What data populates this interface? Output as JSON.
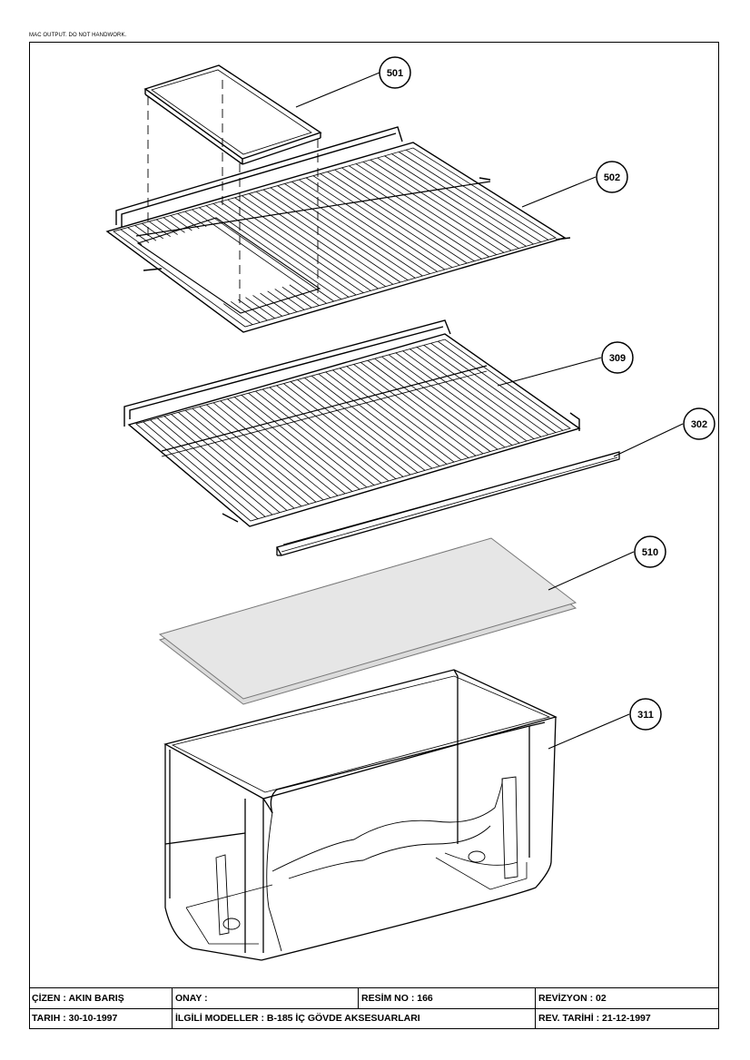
{
  "header_note": "MAC OUTPUT. DO NOT HANDWORK.",
  "callouts": [
    {
      "id": "501"
    },
    {
      "id": "502"
    },
    {
      "id": "309"
    },
    {
      "id": "302"
    },
    {
      "id": "510"
    },
    {
      "id": "311"
    }
  ],
  "title_block": {
    "cizen": "ÇİZEN : AKIN BARIŞ",
    "onay": "ONAY :",
    "resim_no": "RESİM NO :   166",
    "revizyon": "REVİZYON :  02",
    "tarih": "TARIH : 30-10-1997",
    "ilgili": "İLGİLİ MODELLER : B-185  İÇ GÖVDE AKSESUARLARI",
    "rev_tarihi": "REV. TARİHİ :  21-12-1997"
  }
}
